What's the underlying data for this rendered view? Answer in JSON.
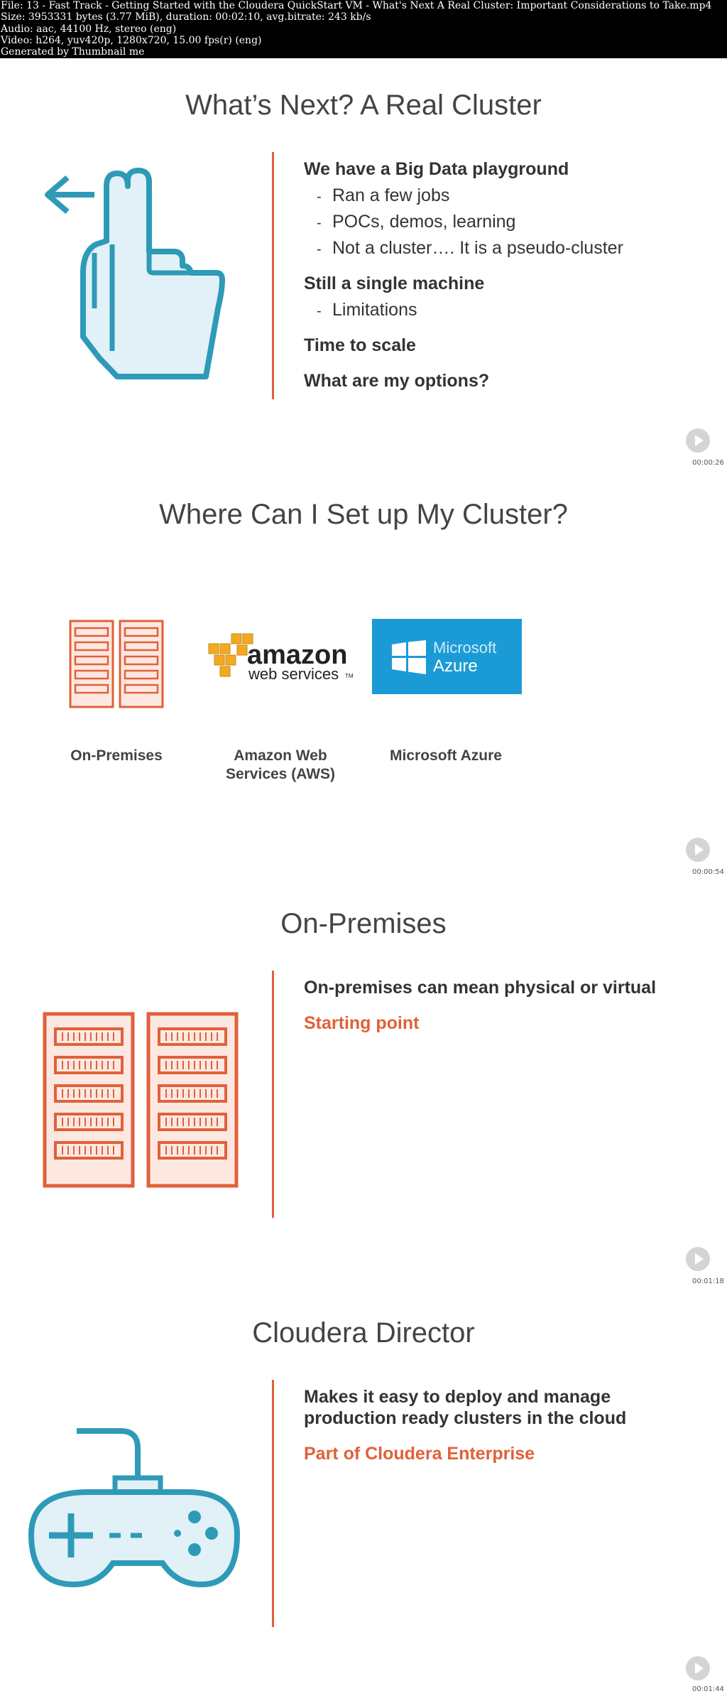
{
  "header": {
    "lines": [
      "File: 13 - Fast Track - Getting Started with the Cloudera QuickStart VM - What's Next A Real Cluster: Important Considerations to Take.mp4",
      "Size: 3953331 bytes (3.77 MiB), duration: 00:02:10, avg.bitrate: 243 kb/s",
      "Audio: aac, 44100 Hz, stereo (eng)",
      "Video: h264, yuv420p, 1280x720, 15.00 fps(r) (eng)",
      "Generated by Thumbnail me"
    ]
  },
  "slides": [
    {
      "title": "What’s Next? A Real Cluster",
      "points": [
        {
          "text": "We have a Big Data playground",
          "subs": [
            "Ran a few jobs",
            "POCs, demos, learning",
            "Not a cluster…. It is a pseudo-cluster"
          ]
        },
        {
          "text": "Still a single machine",
          "subs": [
            "Limitations"
          ]
        },
        {
          "text": "Time to scale"
        },
        {
          "text": "What are my options?"
        }
      ],
      "timestamp": "00:00:26"
    },
    {
      "title": "Where Can I Set up My Cluster?",
      "captions": [
        "On-Premises",
        "Amazon Web\nServices (AWS)",
        "Microsoft Azure"
      ],
      "logo_amazon": {
        "word1": "amazon",
        "word2": "web services",
        "tm": "TM"
      },
      "logo_azure": {
        "word1": "Microsoft",
        "word2": "Azure"
      },
      "timestamp": "00:00:54"
    },
    {
      "title": "On-Premises",
      "point": "On-premises can mean physical or virtual",
      "highlight": "Starting point",
      "timestamp": "00:01:18"
    },
    {
      "title": "Cloudera Director",
      "point_line1": "Makes it easy to deploy and manage",
      "point_line2": "production ready clusters in the cloud",
      "highlight": "Part of Cloudera Enterprise",
      "timestamp": "00:01:44"
    }
  ],
  "colors": {
    "accent": "#e0613a",
    "teal": "#2e9ab8",
    "azure": "#1b9bd6",
    "amazon_orange": "#f3a922"
  }
}
